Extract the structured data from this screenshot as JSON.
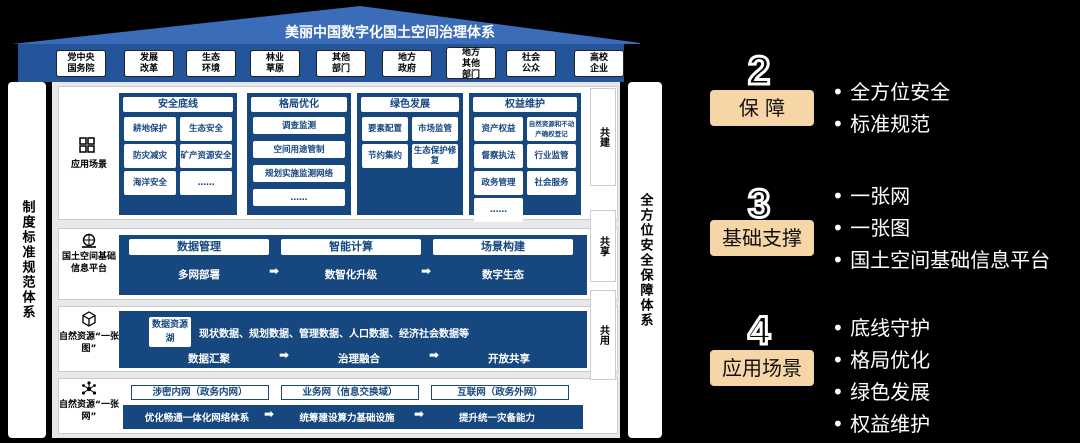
{
  "title": "美丽中国数字化国土空间治理体系",
  "bureaus": [
    "党中央\n国务院",
    "发展\n改革",
    "生态\n环境",
    "林业\n草原",
    "其他\n部门",
    "地方\n政府",
    "地方\n其他\n部门",
    "社会\n公众",
    "高校\n企业"
  ],
  "left_col": "制度标准规范体系",
  "right_col": "全方位安全保障体系",
  "side_labels": [
    "共建",
    "共享",
    "共用"
  ],
  "scene": {
    "label": "应用场景",
    "groups": [
      {
        "title": "安全底线",
        "chips": [
          "耕地保护",
          "生态安全",
          "防灾减灾",
          "矿产资源安全",
          "海洋安全",
          "……"
        ]
      },
      {
        "title": "格局优化",
        "chips": [
          "调查监测",
          "空间用途管制",
          "规划实施监测网络",
          "……"
        ]
      },
      {
        "title": "绿色发展",
        "chips": [
          "要素配置",
          "市场监管",
          "节约集约",
          "生态保护修复"
        ]
      },
      {
        "title": "权益维护",
        "chips": [
          "资产权益",
          "自然资源和不动产确权登记",
          "督察执法",
          "行业监管",
          "政务管理",
          "社会服务",
          "……"
        ]
      }
    ]
  },
  "platform": {
    "label": "国土空间基础信息平台",
    "headers": [
      "数据管理",
      "智能计算",
      "场景构建"
    ],
    "flow": [
      "多网部署",
      "数智化升级",
      "数字生态"
    ]
  },
  "map": {
    "label": "自然资源“一张图”",
    "lake": "数据资源湖",
    "lake_text": "现状数据、规划数据、管理数据、人口数据、经济社会数据等",
    "flow": [
      "数据汇聚",
      "治理融合",
      "开放共享"
    ]
  },
  "net": {
    "label": "自然资源“一张网”",
    "boxes": [
      "涉密内网（政务内网）",
      "业务网（信息交换域）",
      "互联网（政务外网）"
    ],
    "bottom": [
      "优化畅通一体化网络体系",
      "统筹建设算力基础设施",
      "提升统一灾备能力"
    ]
  },
  "legend": [
    {
      "num": "2",
      "label": "保  障",
      "items": [
        "全方位安全",
        "标准规范"
      ]
    },
    {
      "num": "3",
      "label": "基础支撑",
      "items": [
        "一张网",
        "一张图",
        "国土空间基础信息平台"
      ]
    },
    {
      "num": "4",
      "label": "应用场景",
      "items": [
        "底线守护",
        "格局优化",
        "绿色发展",
        "权益维护"
      ]
    }
  ],
  "colors": {
    "navy": "#16477f",
    "roof": "#2b5ea8",
    "tag": "#f6d5a6"
  }
}
